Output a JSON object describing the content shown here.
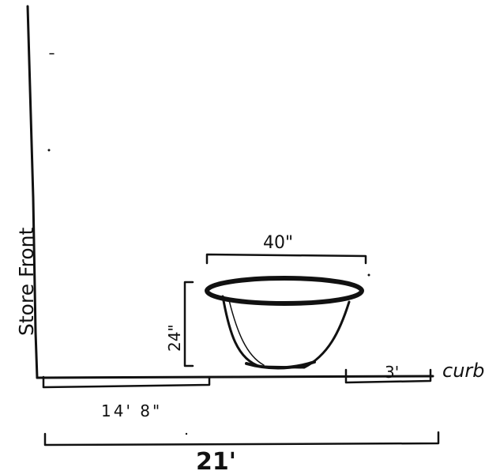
{
  "labels": {
    "wall": "Store Front",
    "ground": "curb",
    "pot_width": "40\"",
    "pot_height": "24\"",
    "setback": "14' 8\"",
    "curb_gap": "3'",
    "total_width": "21'"
  }
}
